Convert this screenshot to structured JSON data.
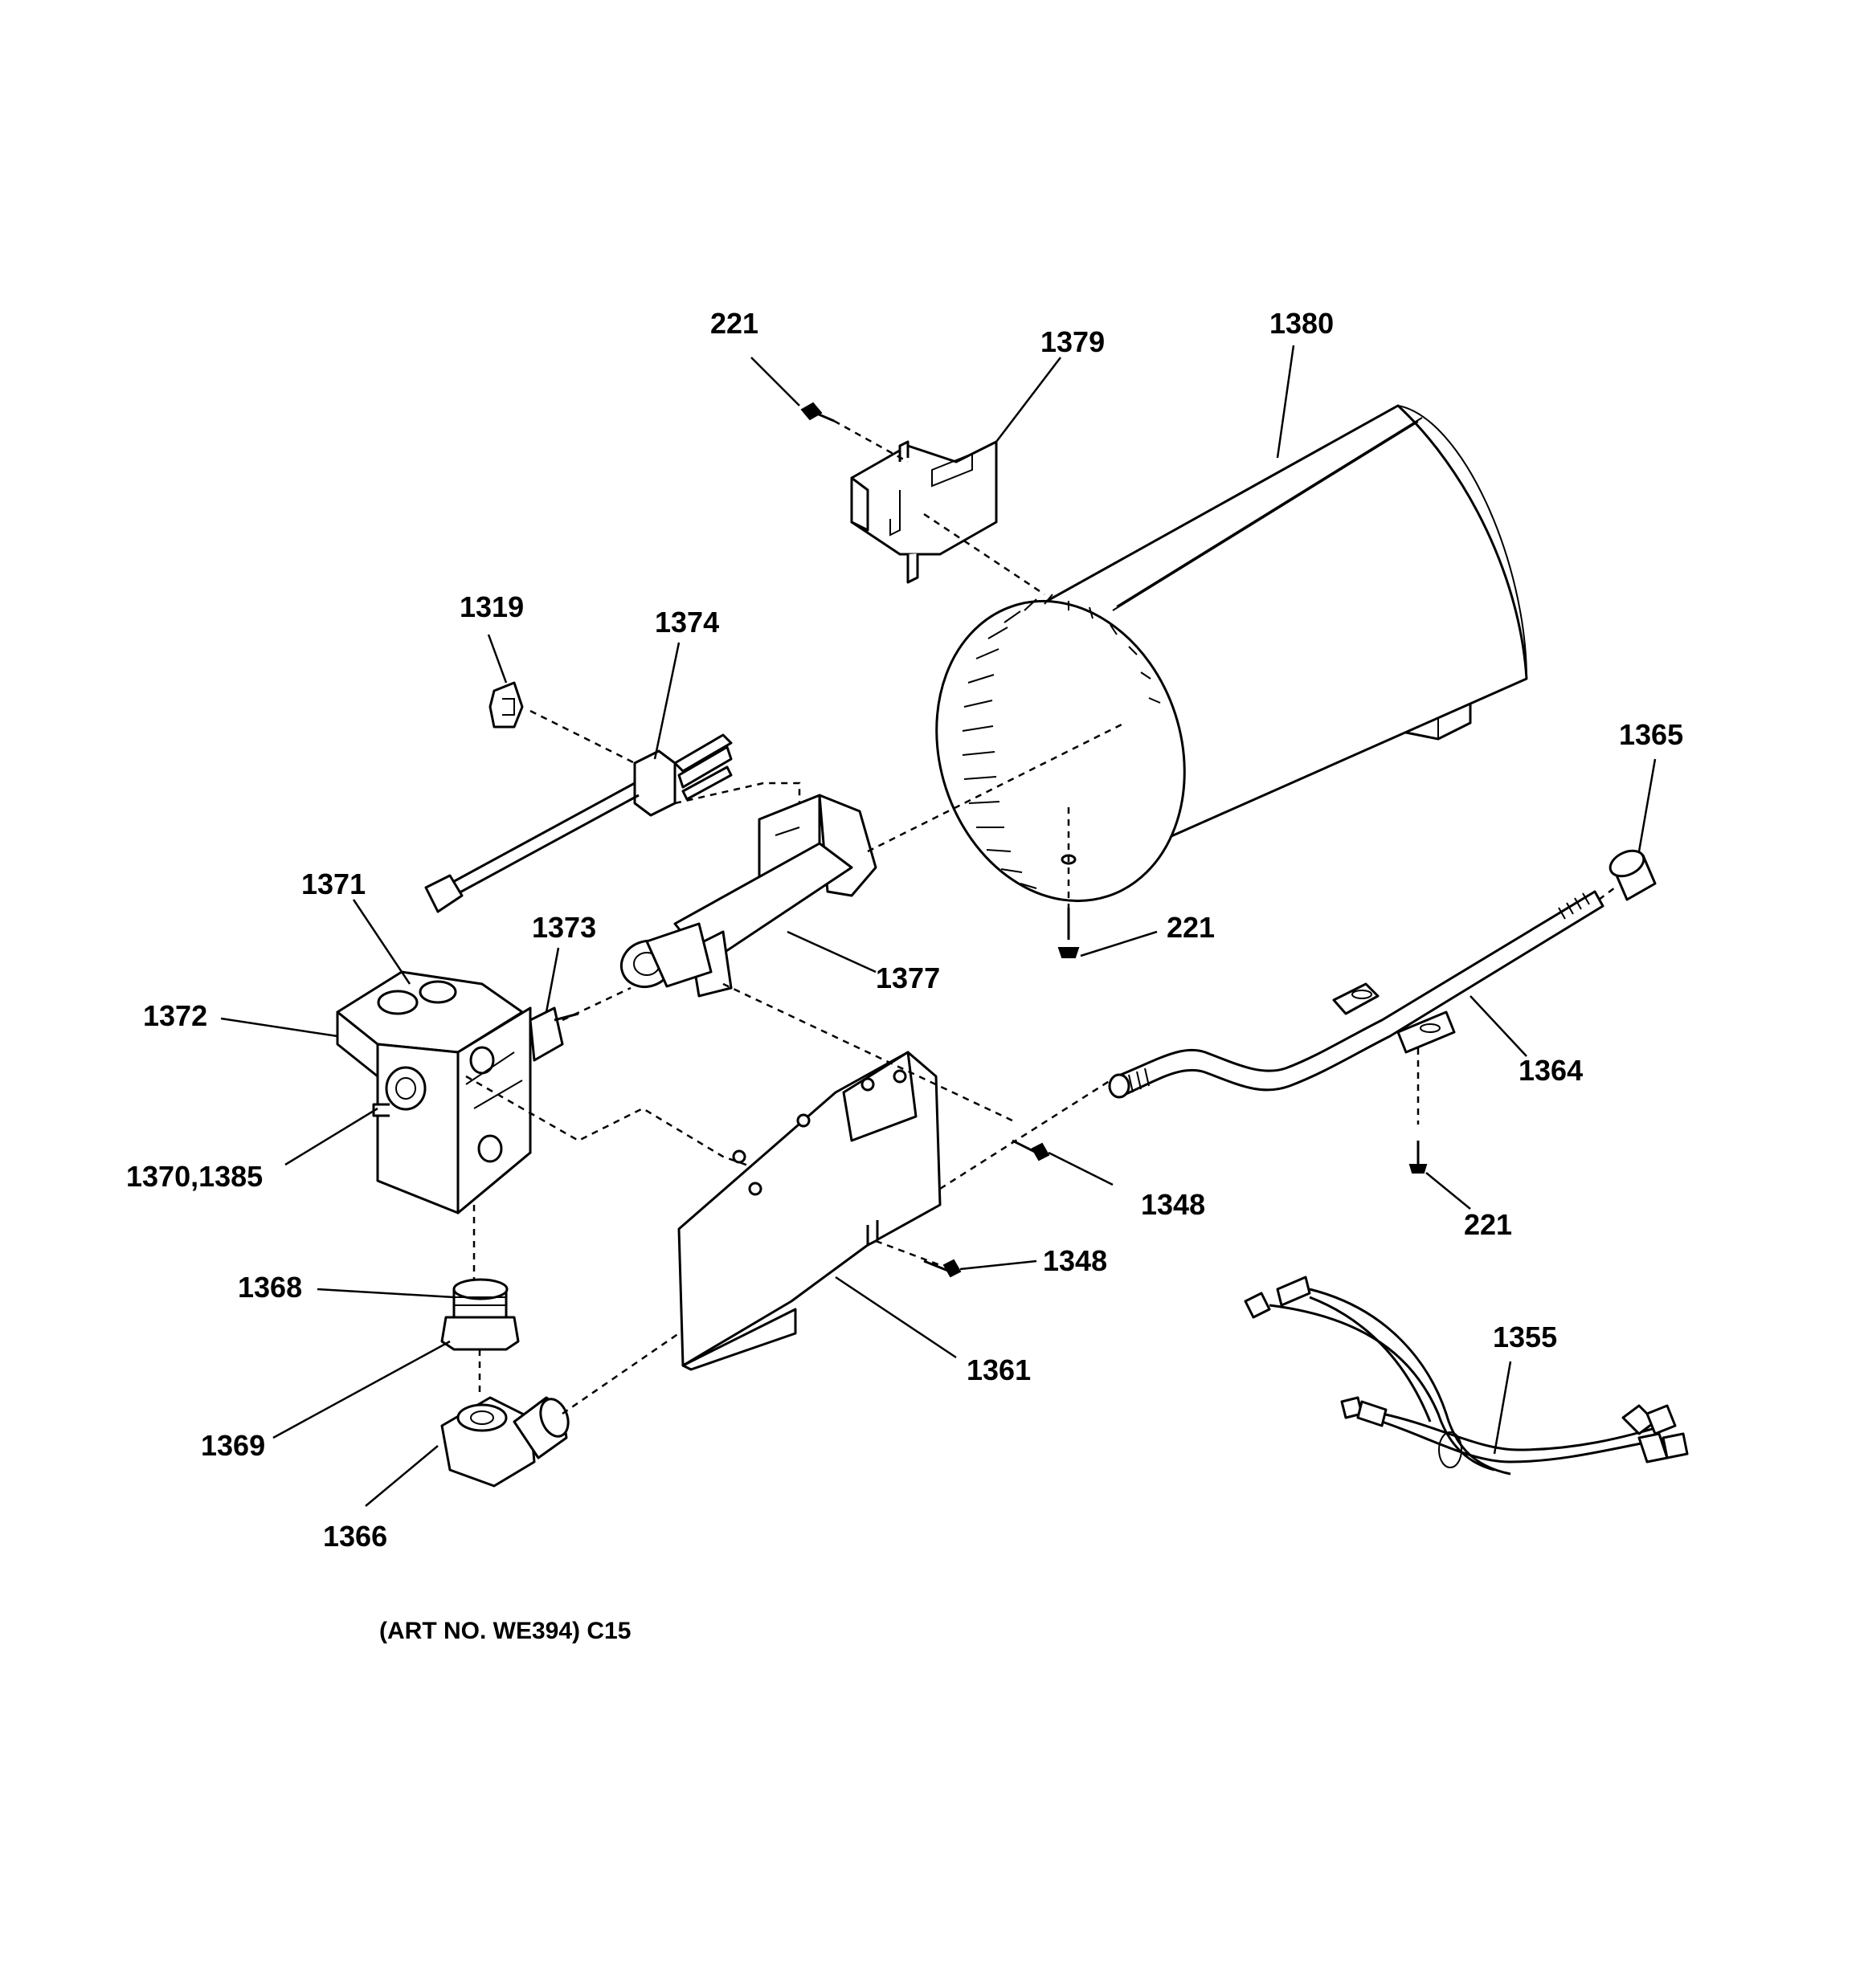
{
  "diagram": {
    "art_caption": "(ART NO. WE394) C15",
    "callouts": {
      "c221_top": "221",
      "c1379": "1379",
      "c1380": "1380",
      "c1319": "1319",
      "c1374": "1374",
      "c1365": "1365",
      "c1371": "1371",
      "c1373": "1373",
      "c221_mid": "221",
      "c1377": "1377",
      "c1372": "1372",
      "c1364": "1364",
      "c1370_1385": "1370,1385",
      "c1348_a": "1348",
      "c221_right": "221",
      "c1348_b": "1348",
      "c1368": "1368",
      "c1355": "1355",
      "c1361": "1361",
      "c1369": "1369",
      "c1366": "1366"
    }
  }
}
